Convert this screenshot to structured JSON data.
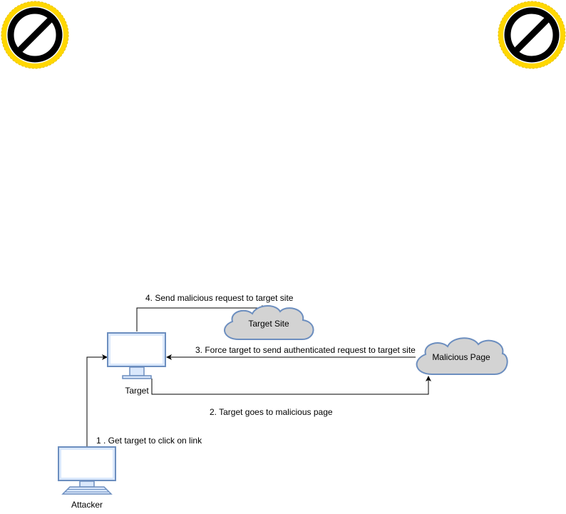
{
  "diagram": {
    "nodes": {
      "target": {
        "label": "Target"
      },
      "attacker": {
        "label": "Attacker"
      },
      "target_site": {
        "label": "Target Site"
      },
      "malicious_page": {
        "label": "Malicious Page"
      }
    },
    "edges": {
      "step1": {
        "label": "1 . Get target to click on link"
      },
      "step2": {
        "label": "2. Target goes to malicious page"
      },
      "step3": {
        "label": "3. Force target to send authenticated request to target site"
      },
      "step4": {
        "label": "4. Send malicious request to target site"
      }
    },
    "icons": {
      "left": "prohibited-icon",
      "right": "prohibited-icon"
    },
    "colors": {
      "monitor_frame": "#6c8ebf",
      "monitor_fill": "#dae8fc",
      "cloud_fill": "#d3d3d3",
      "cloud_stroke": "#6c8ebf",
      "badge_fill": "#ffd700",
      "badge_ring": "#000000"
    }
  }
}
